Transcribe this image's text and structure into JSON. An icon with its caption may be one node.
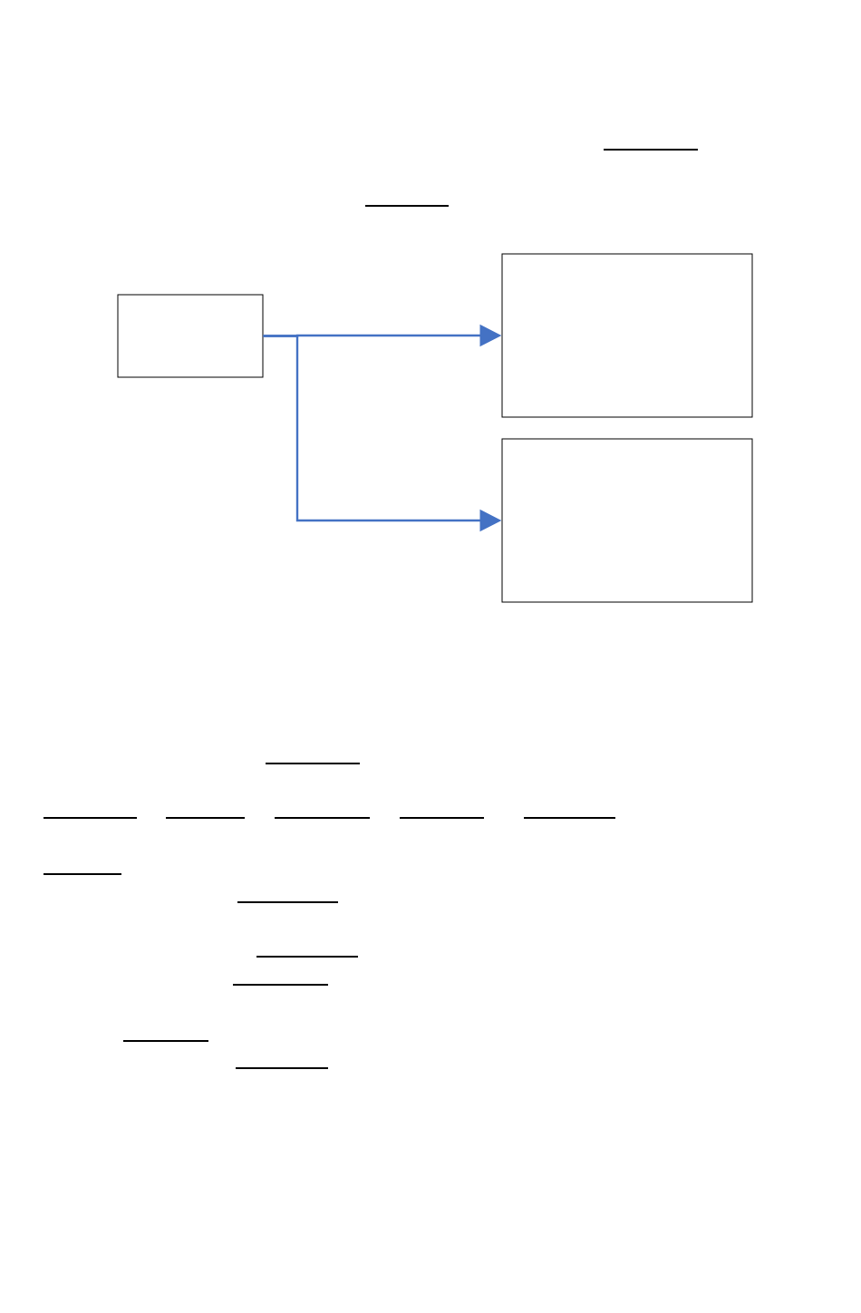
{
  "diagram": {
    "nodes": [
      {
        "text": [],
        "shape": "box"
      },
      {
        "text": [],
        "shape": "box"
      },
      {
        "text": [],
        "shape": "box"
      }
    ],
    "edges": [
      {
        "from": 0,
        "to": 1,
        "arrow": "to",
        "color": "#4472c4"
      },
      {
        "from": 0,
        "to": 2,
        "arrow": "to",
        "color": "#4472c4"
      }
    ]
  }
}
